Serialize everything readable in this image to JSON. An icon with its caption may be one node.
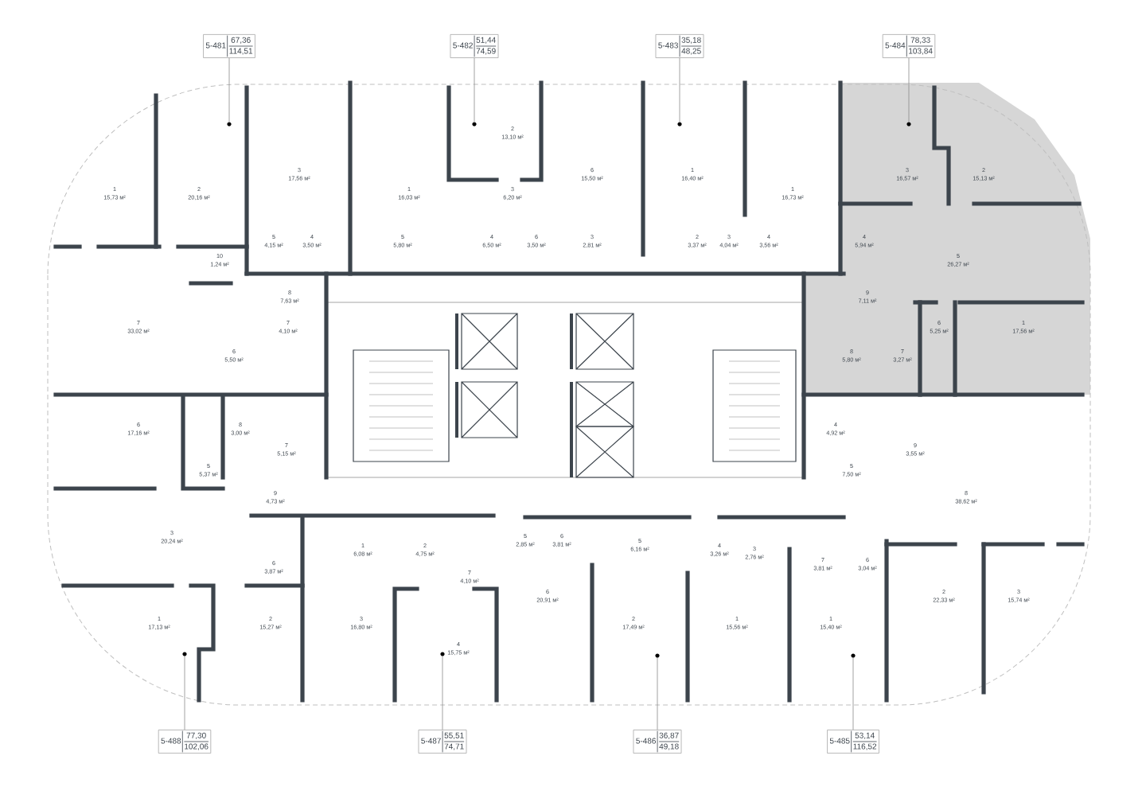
{
  "diagram": {
    "nodes": [
      {
        "text": [
          "5-481",
          "67,36",
          "114,51"
        ]
      },
      {
        "text": [
          "5-482",
          "51,44",
          "74,59"
        ]
      },
      {
        "text": [
          "5-483",
          "35,18",
          "48,25"
        ]
      },
      {
        "text": [
          "5-484",
          "78,33",
          "103,84"
        ]
      },
      {
        "text": [
          "5-488",
          "77,30",
          "102,06"
        ]
      },
      {
        "text": [
          "5-487",
          "55,51",
          "74,71"
        ]
      },
      {
        "text": [
          "5-486",
          "36,87",
          "49,18"
        ]
      },
      {
        "text": [
          "5-485",
          "53,14",
          "116,52"
        ]
      },
      {
        "text": [],
        "shape": "circle"
      },
      {
        "text": [],
        "shape": "circle"
      },
      {
        "text": [],
        "shape": "circle"
      },
      {
        "text": [],
        "shape": "circle"
      },
      {
        "text": [],
        "shape": "circle"
      },
      {
        "text": [],
        "shape": "circle"
      },
      {
        "text": [],
        "shape": "circle"
      },
      {
        "text": [],
        "shape": "circle"
      }
    ],
    "edges": [
      {
        "from": 0,
        "to": 8,
        "arrow": "none"
      },
      {
        "from": 1,
        "to": 9,
        "arrow": "none"
      },
      {
        "from": 2,
        "to": 10,
        "arrow": "none"
      },
      {
        "from": 3,
        "to": 11,
        "arrow": "none"
      },
      {
        "from": 4,
        "to": 12,
        "arrow": "none"
      },
      {
        "from": 5,
        "to": 13,
        "arrow": "none"
      },
      {
        "from": 6,
        "to": 14,
        "arrow": "none"
      },
      {
        "from": 7,
        "to": 15,
        "arrow": "none"
      }
    ],
    "labels": [
      "2",
      "13,10 м²",
      "3",
      "17,56 м²",
      "6",
      "15,50 м²",
      "1",
      "16,40 м²",
      "3",
      "16,57 м²",
      "2",
      "15,13 м²",
      "1",
      "15,73 м²",
      "2",
      "20,16 м²",
      "1",
      "16,03 м²",
      "3",
      "6,20 м²",
      "1",
      "16,73 м²",
      "5",
      "4,15 м²",
      "4",
      "3,50 м²",
      "5",
      "5,80 м²",
      "4",
      "6,50 м²",
      "6",
      "3,50 м²",
      "3",
      "2,81 м²",
      "2",
      "3,37 м²",
      "3",
      "4,04 м²",
      "4",
      "3,56 м²",
      "4",
      "5,94 м²",
      "10",
      "1,24 м²",
      "5",
      "26,27 м²",
      "8",
      "7,63 м²",
      "9",
      "7,11 м²",
      "7",
      "33,02 м²",
      "7",
      "4,10 м²",
      "6",
      "5,25 м²",
      "1",
      "17,56 м²",
      "6",
      "5,50 м²",
      "8",
      "5,80 м²",
      "7",
      "3,27 м²",
      "6",
      "17,16 м²",
      "8",
      "3,00 м²",
      "4",
      "4,92 м²",
      "7",
      "5,15 м²",
      "9",
      "3,55 м²",
      "5",
      "5,37 м²",
      "5",
      "7,50 м²",
      "9",
      "4,73 м²",
      "8",
      "38,62 м²",
      "3",
      "20,24 м²",
      "6",
      "3,87 м²",
      "1",
      "6,08 м²",
      "2",
      "4,75 м²",
      "7",
      "4,10 м²",
      "5",
      "2,85 м²",
      "6",
      "3,81 м²",
      "5",
      "6,16 м²",
      "4",
      "3,26 м²",
      "3",
      "2,76 м²",
      "7",
      "3,81 м²",
      "6",
      "3,04 м²",
      "6",
      "20,91 м²",
      "2",
      "22,33 м²",
      "3",
      "15,74 м²",
      "1",
      "17,13 м²",
      "2",
      "15,27 м²",
      "3",
      "16,80 м²",
      "2",
      "17,49 м²",
      "1",
      "15,56 м²",
      "1",
      "15,40 м²",
      "4",
      "15,75 м²"
    ]
  }
}
